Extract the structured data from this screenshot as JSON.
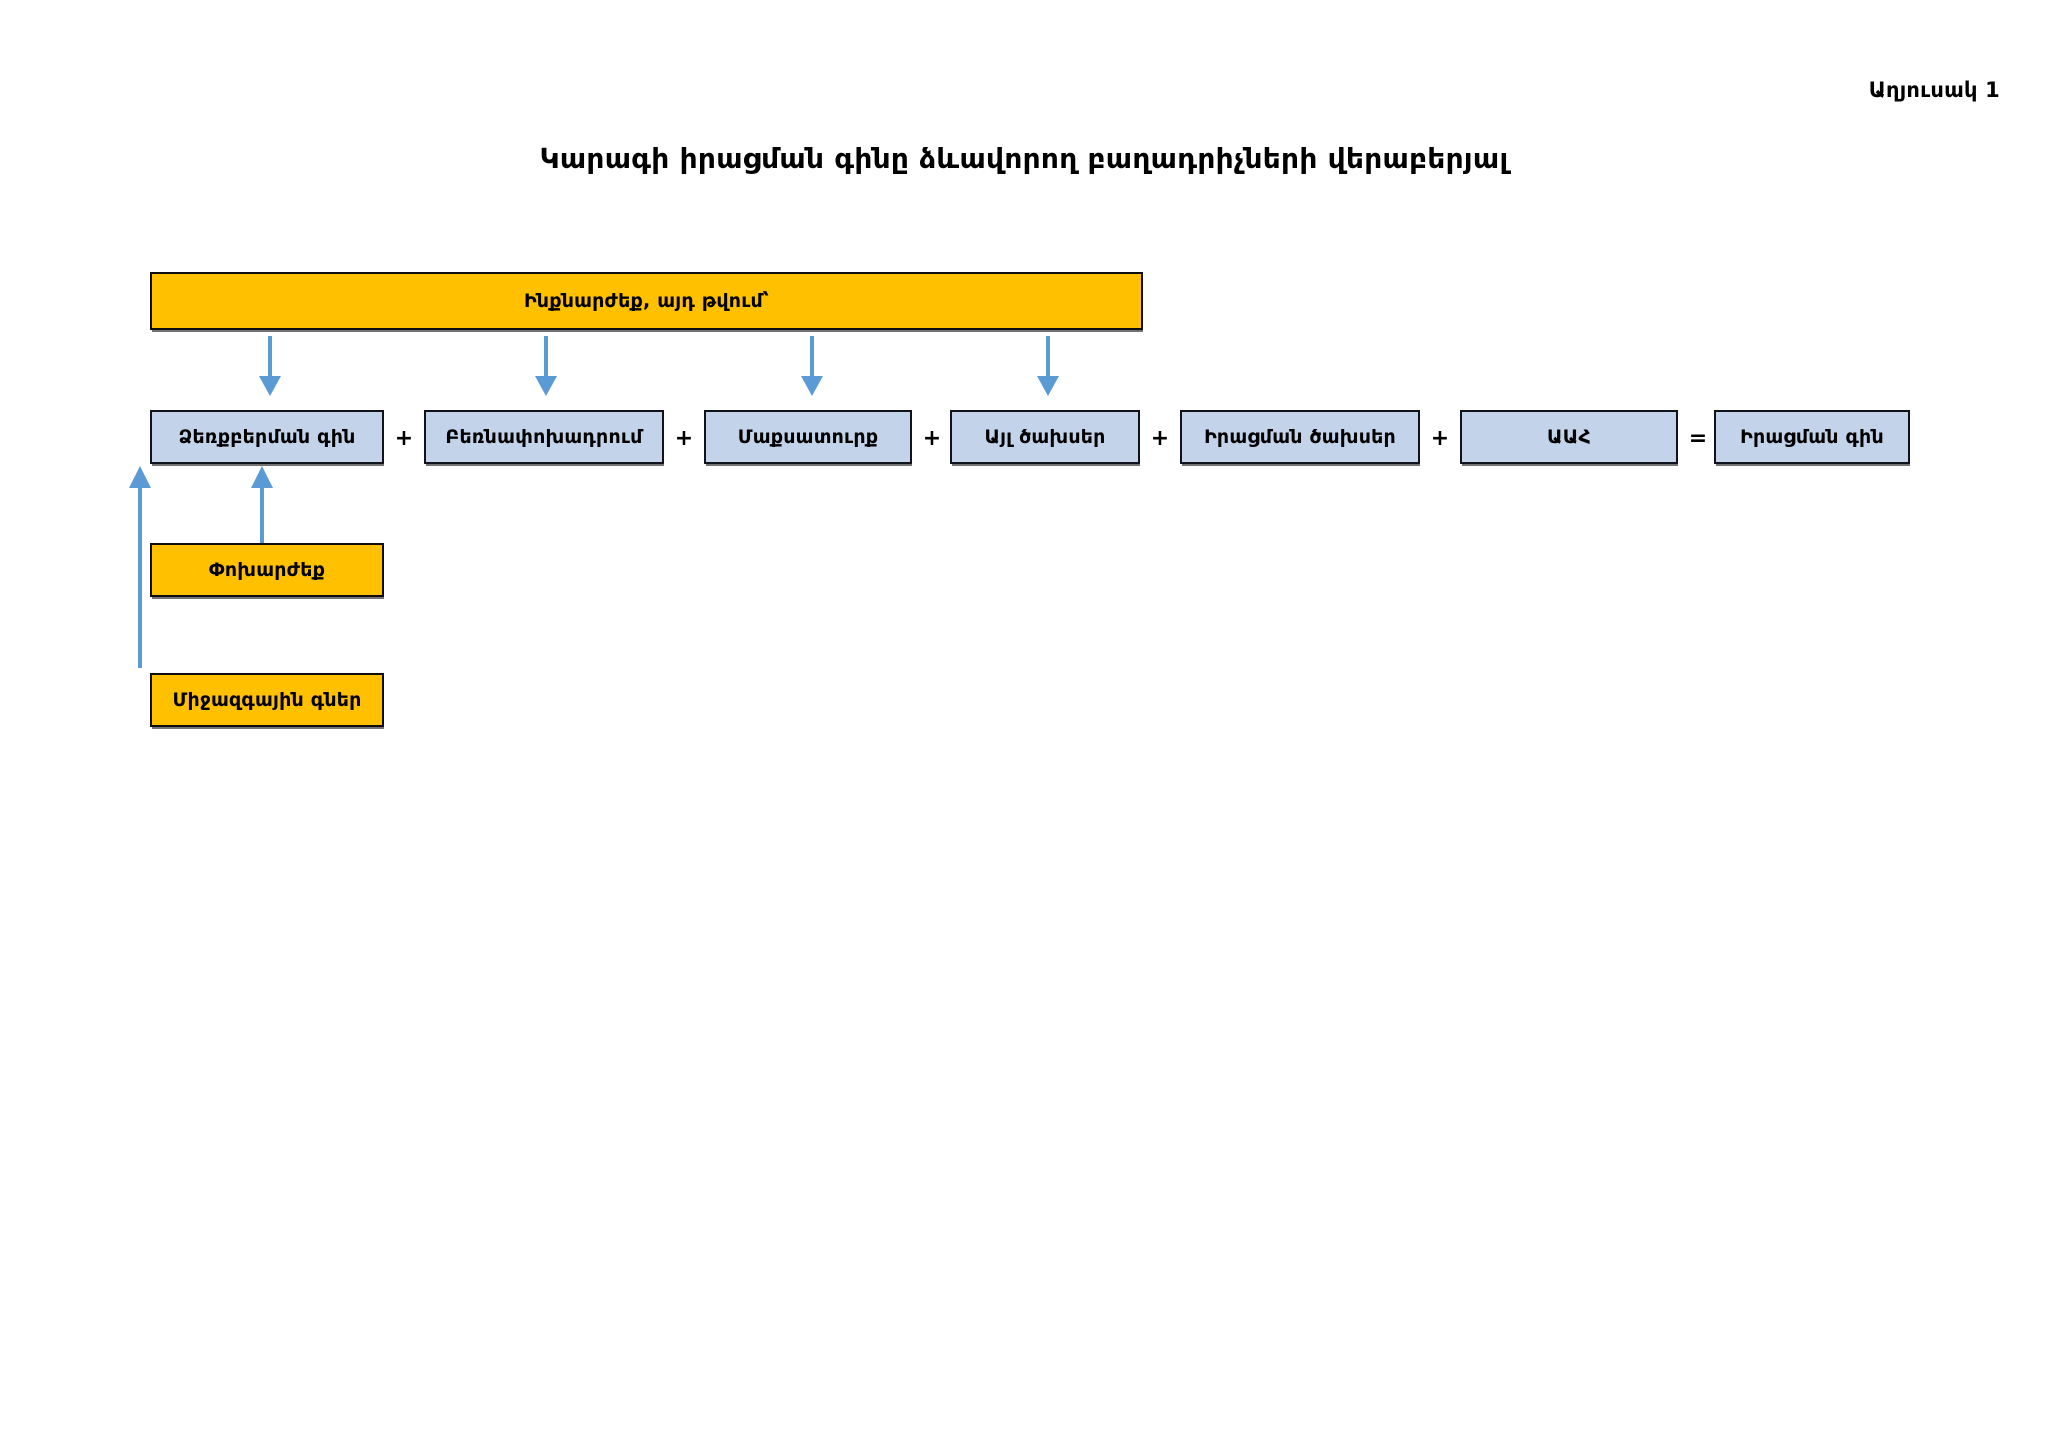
{
  "page": {
    "label": "Աղյուսակ 1",
    "title": "Կարագի իրացման գինը ձևավորող բաղադրիչների վերաբերյալ"
  },
  "colors": {
    "orange_fill": "#FFC000",
    "blue_fill": "#C3D4EA",
    "box_border": "#0d0d12",
    "arrow": "#5B9BD5",
    "background": "#FFFFFF",
    "text": "#000000"
  },
  "diagram": {
    "type": "flow-diagram",
    "cost_header": {
      "label": "Ինքնարժեք, այդ թվում՝",
      "style": "orange"
    },
    "formula_row": [
      {
        "label": "Ձեռքբերման գին",
        "style": "blue",
        "operator_after": "+"
      },
      {
        "label": "Բեռնափոխադրում",
        "style": "blue",
        "operator_after": "+"
      },
      {
        "label": "Մաքսատուրք",
        "style": "blue",
        "operator_after": "+"
      },
      {
        "label": "Այլ ծախսեր",
        "style": "blue",
        "operator_after": "+"
      },
      {
        "label": "Իրացման ծախսեր",
        "style": "blue",
        "operator_after": "+"
      },
      {
        "label": "ԱԱՀ",
        "style": "blue",
        "operator_after": "="
      },
      {
        "label": "Իրացման գին",
        "style": "blue",
        "operator_after": ""
      }
    ],
    "inputs": [
      {
        "label": "Փոխարժեք",
        "style": "orange"
      },
      {
        "label": "Միջազգային գներ",
        "style": "orange"
      }
    ],
    "connections": [
      {
        "from": "cost_header",
        "to": "Ձեռքբերման գին",
        "direction": "down"
      },
      {
        "from": "cost_header",
        "to": "Բեռնափոխադրում",
        "direction": "down"
      },
      {
        "from": "cost_header",
        "to": "Մաքսատուրք",
        "direction": "down"
      },
      {
        "from": "cost_header",
        "to": "Այլ ծախսեր",
        "direction": "down"
      },
      {
        "from": "Փոխարժեք",
        "to": "Ձեռքբերման գին",
        "direction": "up"
      },
      {
        "from": "Միջազգային գներ",
        "to": "Ձեռքբերման գին",
        "direction": "up"
      }
    ]
  }
}
